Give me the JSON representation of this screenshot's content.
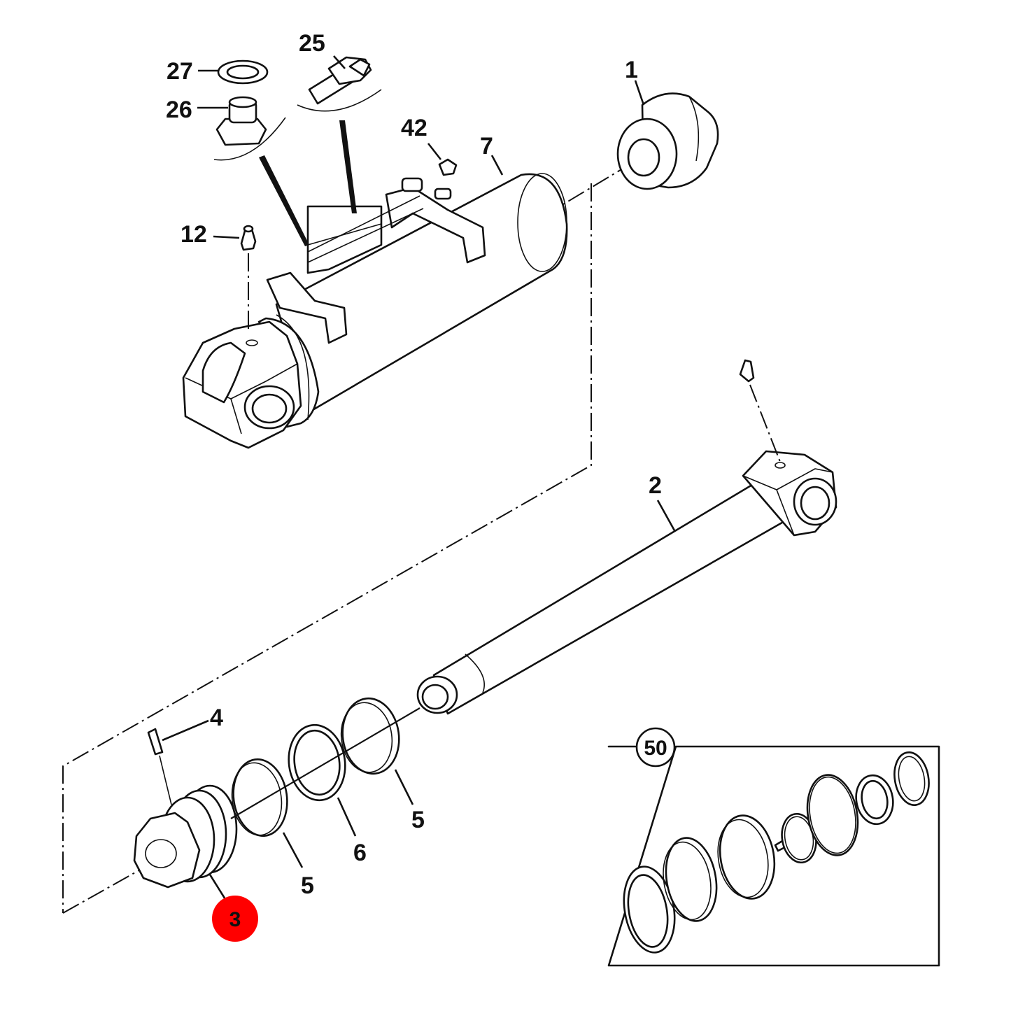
{
  "diagram": {
    "callouts": [
      {
        "id": "1",
        "label": "1"
      },
      {
        "id": "2",
        "label": "2"
      },
      {
        "id": "3",
        "label": "3",
        "highlighted": true
      },
      {
        "id": "4",
        "label": "4"
      },
      {
        "id": "5a",
        "label": "5"
      },
      {
        "id": "5b",
        "label": "5"
      },
      {
        "id": "6",
        "label": "6"
      },
      {
        "id": "7",
        "label": "7"
      },
      {
        "id": "12",
        "label": "12"
      },
      {
        "id": "25",
        "label": "25"
      },
      {
        "id": "26",
        "label": "26"
      },
      {
        "id": "27",
        "label": "27"
      },
      {
        "id": "42",
        "label": "42"
      },
      {
        "id": "50",
        "label": "50"
      }
    ],
    "colors": {
      "line": "#111111",
      "background": "#ffffff",
      "highlight": "#ff0000"
    }
  }
}
